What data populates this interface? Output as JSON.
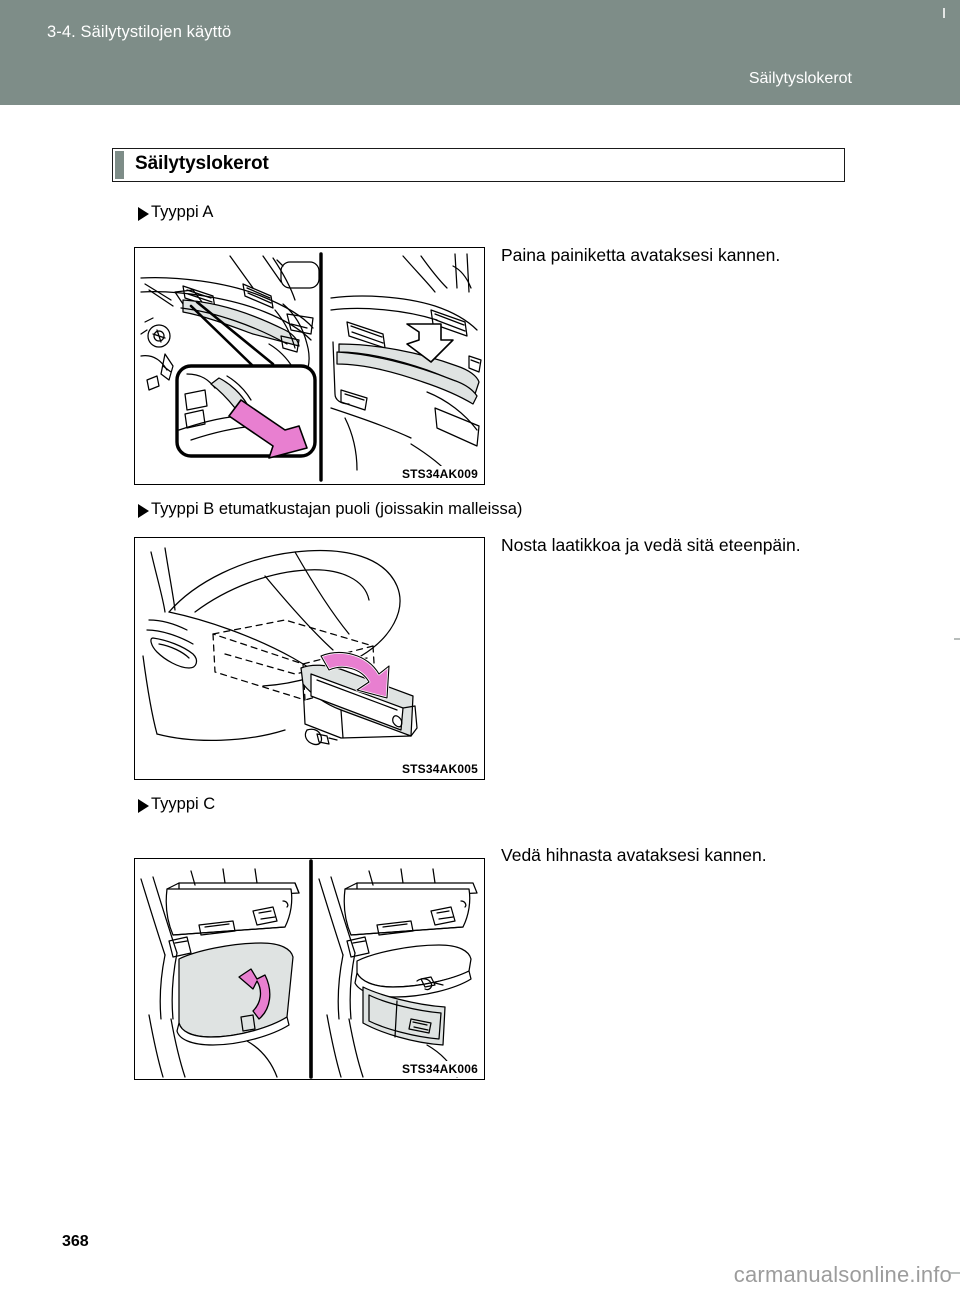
{
  "header": {
    "chapter": "3-4. Säilytystilojen käyttö",
    "section": "Säilytyslokerot"
  },
  "title_box": {
    "title": "Säilytyslokerot"
  },
  "sections": [
    {
      "heading": "Tyyppi A",
      "figure_caption": "STS34AK009",
      "body": "Paina painiketta avataksesi kannen."
    },
    {
      "heading": "Tyyppi B etumatkustajan puoli (joissakin malleissa)",
      "figure_caption": "STS34AK005",
      "body": "Nosta laatikkoa ja vedä sitä eteenpäin."
    },
    {
      "heading": "Tyyppi C",
      "figure_caption": "STS34AK006",
      "body": "Vedä hihnasta avataksesi kannen."
    }
  ],
  "footer": {
    "page_number": "368",
    "watermark": "carmanualsonline.info"
  },
  "colors": {
    "header_band": "#7e8d88",
    "accent": "#7e8d88",
    "arrow_pink": "#e87fd0",
    "panel_fill": "#dfe3e2"
  }
}
